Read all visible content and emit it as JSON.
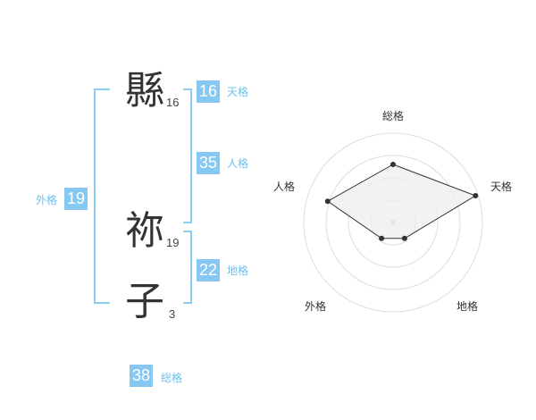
{
  "characters": [
    {
      "char": "縣",
      "strokes": "16"
    },
    {
      "char": "祢",
      "strokes": "19"
    },
    {
      "char": "子",
      "strokes": "3"
    }
  ],
  "fortunes": {
    "tenkaku": {
      "value": "16",
      "label": "天格"
    },
    "jinkaku": {
      "value": "35",
      "label": "人格"
    },
    "chikaku": {
      "value": "22",
      "label": "地格"
    },
    "gaikaku": {
      "value": "19",
      "label": "外格"
    },
    "soukaku": {
      "value": "38",
      "label": "総格"
    }
  },
  "chart_data": {
    "type": "radar",
    "axes": [
      "総格",
      "天格",
      "地格",
      "外格",
      "人格"
    ],
    "rings": 4,
    "values": [
      0.65,
      0.97,
      0.22,
      0.22,
      0.77
    ],
    "range": [
      0,
      1
    ]
  },
  "colors": {
    "accent": "#87c8f2",
    "bracket": "#8ccdf4",
    "label": "#6ec0ee",
    "radar_fill": "#eeeeee",
    "ring": "#dddddd"
  }
}
